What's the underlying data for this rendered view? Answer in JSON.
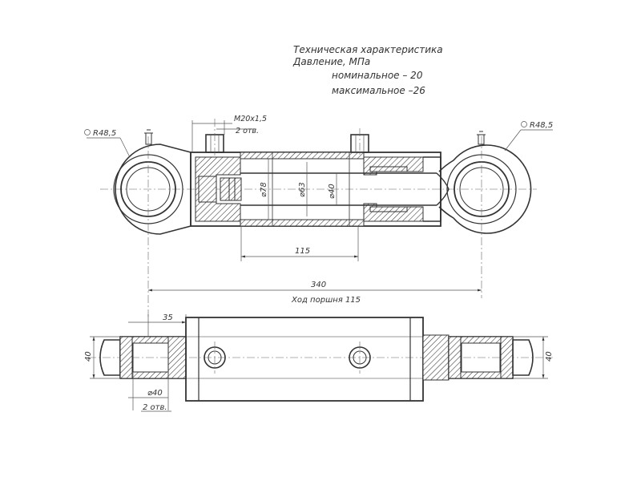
{
  "spec": {
    "title": "Техническая характеристика",
    "pressure": "Давление, МПа",
    "nominal": "номинальное – 20",
    "maximum": "максимальное –26"
  },
  "dims": {
    "radius_left": "R48,5",
    "radius_right": "R48,5",
    "thread": "M20x1,5",
    "thread_count": "2 отв.",
    "d78": "⌀78",
    "d63": "⌀63",
    "d40": "⌀40",
    "stroke_dim": "115",
    "overall": "340",
    "stroke_label": "Ход поршня 115",
    "offset35": "35",
    "eye_w_left": "40",
    "eye_w_right": "40",
    "hole_d": "⌀40",
    "hole_count": "2 отв."
  }
}
